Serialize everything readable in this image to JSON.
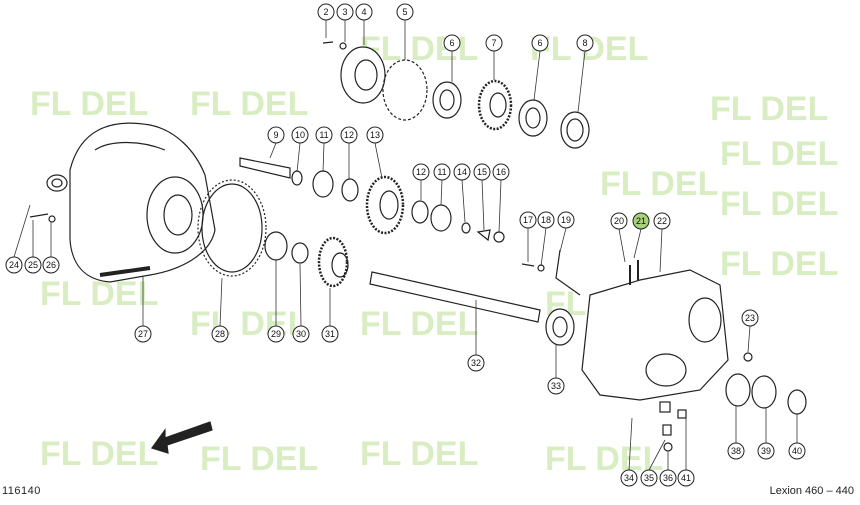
{
  "diagram": {
    "reference_number": "116140",
    "model_label": "Lexion 460 – 440",
    "watermark_text": "FL DEL",
    "highlight_color": "#a7d17a",
    "watermark_color": "#b9df8f",
    "callouts": [
      {
        "num": "2"
      },
      {
        "num": "3"
      },
      {
        "num": "4"
      },
      {
        "num": "5"
      },
      {
        "num": "6"
      },
      {
        "num": "7"
      },
      {
        "num": "6"
      },
      {
        "num": "8"
      },
      {
        "num": "9"
      },
      {
        "num": "10"
      },
      {
        "num": "11"
      },
      {
        "num": "12"
      },
      {
        "num": "13"
      },
      {
        "num": "12"
      },
      {
        "num": "11"
      },
      {
        "num": "14"
      },
      {
        "num": "15"
      },
      {
        "num": "16"
      },
      {
        "num": "17"
      },
      {
        "num": "18"
      },
      {
        "num": "19"
      },
      {
        "num": "20"
      },
      {
        "num": "21",
        "highlight": true
      },
      {
        "num": "22"
      },
      {
        "num": "23"
      },
      {
        "num": "24"
      },
      {
        "num": "25"
      },
      {
        "num": "26"
      },
      {
        "num": "27"
      },
      {
        "num": "28"
      },
      {
        "num": "29"
      },
      {
        "num": "30"
      },
      {
        "num": "31"
      },
      {
        "num": "32"
      },
      {
        "num": "33"
      },
      {
        "num": "34"
      },
      {
        "num": "35"
      },
      {
        "num": "36"
      },
      {
        "num": "41"
      },
      {
        "num": "38"
      },
      {
        "num": "39"
      },
      {
        "num": "40"
      }
    ]
  }
}
